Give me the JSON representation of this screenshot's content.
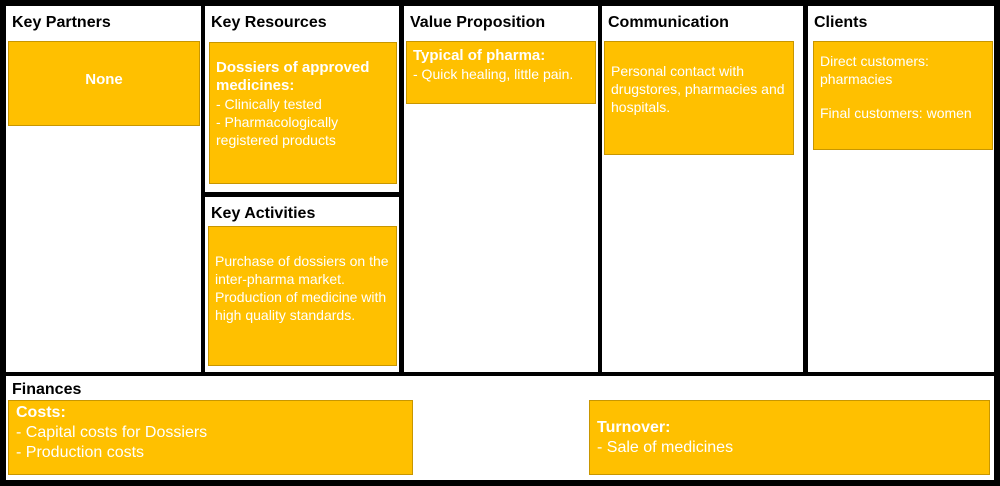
{
  "colors": {
    "sticky": "#FFC000",
    "grid": "#000000",
    "cell": "#FFFFFF",
    "note_text": "#FFFFFF"
  },
  "key_partners": {
    "title": "Key Partners",
    "note": "None"
  },
  "key_resources": {
    "title": "Key Resources",
    "note_head": "Dossiers of approved medicines:",
    "note_lines": [
      "- Clinically tested",
      "- Pharmacologically registered products"
    ]
  },
  "key_activities": {
    "title": "Key Activities",
    "note": "Purchase of dossiers on the inter-pharma market. Production of medicine with high quality standards."
  },
  "value_proposition": {
    "title": "Value Proposition",
    "note_head": "Typical of pharma:",
    "note_lines": [
      "- Quick healing, little pain."
    ]
  },
  "communication": {
    "title": "Communication",
    "note": "Personal contact with drugstores, pharmacies and hospitals."
  },
  "clients": {
    "title": "Clients",
    "note_line1": "Direct customers: pharmacies",
    "note_line2": "Final customers: women"
  },
  "finances": {
    "title": "Finances",
    "costs_head": "Costs:",
    "costs_lines": [
      "- Capital costs for Dossiers",
      "- Production costs"
    ],
    "turnover_head": "Turnover:",
    "turnover_lines": [
      "- Sale of medicines"
    ]
  }
}
